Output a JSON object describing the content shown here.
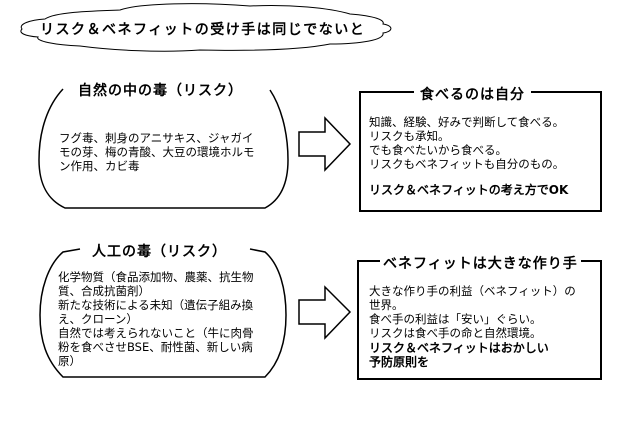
{
  "banner": {
    "text": "リスク＆ベネフィットの受け手は同じでないと"
  },
  "top_row": {
    "left": {
      "title": "自然の中の毒（リスク）",
      "lines": [
        "フグ毒、刺身のアニサキス、ジャガイ",
        "モの芽、梅の青酸、大豆の環境ホルモ",
        "ン作用、カビ毒"
      ]
    },
    "arrow_icon": "right-arrow-icon",
    "right": {
      "title": "食べるのは自分",
      "lines": [
        "知識、経験、好みで判断して食べる。",
        "リスクも承知。",
        "でも食べたいから食べる。",
        "リスクもベネフィットも自分のもの。"
      ],
      "conclusion": [
        "リスク＆ベネフィットの考え方でOK"
      ]
    }
  },
  "bottom_row": {
    "left": {
      "title": "人工の毒（リスク）",
      "lines": [
        "化学物質（食品添加物、農薬、抗生物",
        "質、合成抗菌剤）",
        "新たな技術による未知（遺伝子組み換",
        "え、クローン）",
        "自然では考えられないこと（牛に肉骨",
        "粉を食べさせBSE、耐性菌、新しい病",
        "原）"
      ]
    },
    "arrow_icon": "right-arrow-icon",
    "right": {
      "title": "ベネフィットは大きな作り手",
      "lines": [
        "大きな作り手の利益（ベネフィット）の",
        "世界。",
        "食べ手の利益は「安い」ぐらい。",
        "リスクは食べ手の命と自然環境。"
      ],
      "conclusion": [
        "リスク＆ベネフィットはおかしい",
        "予防原則を"
      ]
    }
  }
}
